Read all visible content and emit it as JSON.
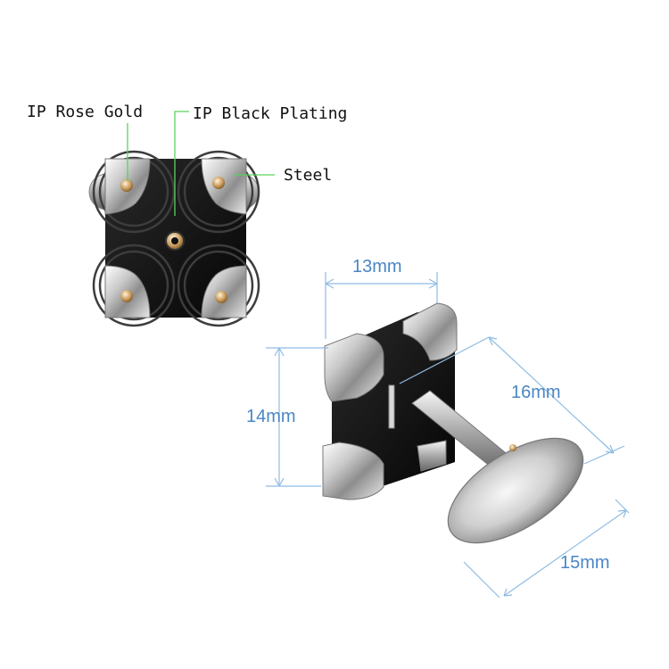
{
  "callouts": {
    "rose_gold": "IP Rose Gold",
    "black_plating": "IP Black Plating",
    "steel": "Steel"
  },
  "dimensions": {
    "width_top": "13mm",
    "height_left": "14mm",
    "length_diag": "16mm",
    "face_diag": "15mm"
  },
  "colors": {
    "callout_line": "#5ad35a",
    "dimension_line": "#8fbce3",
    "dimension_text": "#4a86c5"
  }
}
